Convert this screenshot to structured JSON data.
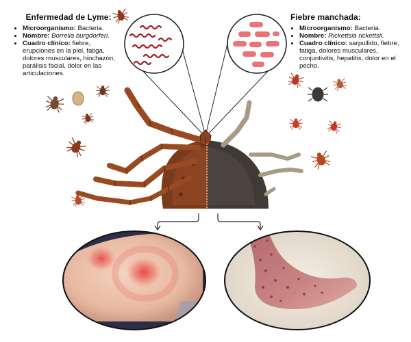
{
  "lyme": {
    "title": "Enfermedad de Lyme:",
    "microorganism_label": "Microorganismo:",
    "microorganism_value": "Bacteria.",
    "name_label": "Nombre:",
    "name_value": "Borrelia burgdorferi.",
    "clinical_label": "Cuadro clínico:",
    "clinical_value": "fiebre, erupciones en la piel, fatiga, dolores musculares, hinchazón, parálisis facial, dolor en las articulaciones."
  },
  "spotted_fever": {
    "title": "Fiebre manchada:",
    "microorganism_label": "Microorganismo:",
    "microorganism_value": "Bacteria.",
    "name_label": "Nombre:",
    "name_value": "Rickettsia rickettsii.",
    "clinical_label": "Cuadro clínico:",
    "clinical_value": "sarpullido, fiebre, fatiga, dolores musculares, conjuntivitis, hepatitis, dolor en el pecho."
  },
  "colors": {
    "tick_leg": "#9a4a22",
    "tick_body_dark": "#6b3318",
    "tick_shadow": "#3f3a36",
    "borrelia": "#a01c24",
    "rickettsia": "#e8747a",
    "rash": "#e84040",
    "skin": "#e9bfa6"
  },
  "icons": [
    "tick-icon",
    "borrelia-spirochete-icon",
    "rickettsia-rod-icon",
    "arrow-down-icon"
  ]
}
